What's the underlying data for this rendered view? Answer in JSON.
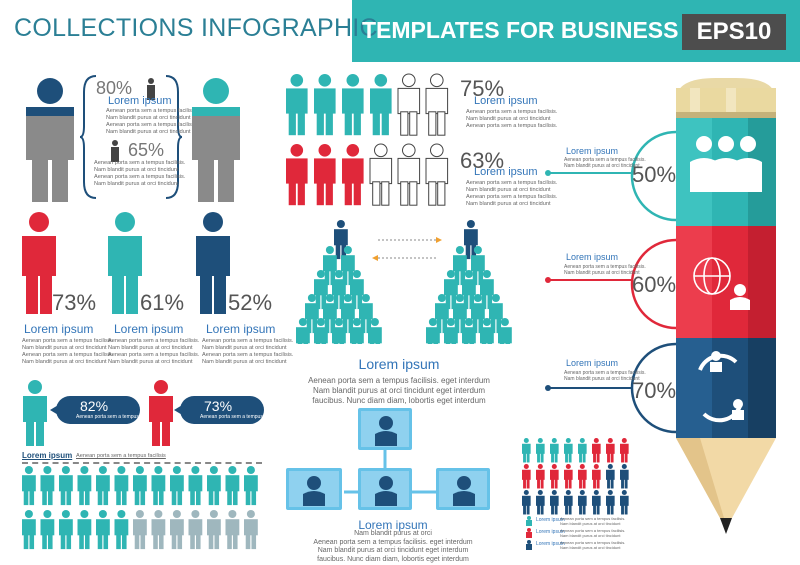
{
  "header": {
    "title_left": "COLLECTIONS INFOGRAPHIC",
    "title_right": "TEMPLATES FOR BUSINESS",
    "badge": "EPS10"
  },
  "colors": {
    "teal": "#2fb5b3",
    "gray": "#8a8a8a",
    "navy": "#1e4f7a",
    "red": "#e0283a",
    "blue_text": "#3375b8"
  },
  "icons": [
    "person-icon",
    "people-group-icon",
    "globe-icon",
    "businessman-icon",
    "cycle-arrows-icon",
    "pencil-icon"
  ],
  "gender_block": {
    "male_percent": "80%",
    "male_title": "Lorem ipsum",
    "male_lines": [
      "Aenean porta sem a tempus facilisis.",
      "Nam blandit purus at orci tincidunt",
      "Aenean porta sem a tempus facilisis.",
      "Nam blandit purus at orci tincidunt"
    ],
    "female_percent": "65%",
    "female_lines": [
      "Aenean porta sem a tempus facilisis.",
      "Nam blandit purus at orci tincidunt",
      "Aenean porta sem a tempus facilisis.",
      "Nam blandit purus at orci tincidunt"
    ]
  },
  "three_people": [
    {
      "percent": "73%",
      "title": "Lorem ipsum",
      "lines": [
        "Aenean porta sem a tempus facilisis.",
        "Nam blandit purus at orci tincidunt",
        "Aenean porta sem a tempus facilisis.",
        "Nam blandit purus at orci tincidunt"
      ]
    },
    {
      "percent": "61%",
      "title": "Lorem ipsum",
      "lines": [
        "Aenean porta sem a tempus facilisis.",
        "Nam blandit purus at orci tincidunt",
        "Aenean porta sem a tempus facilisis.",
        "Nam blandit purus at orci tincidunt"
      ]
    },
    {
      "percent": "52%",
      "title": "Lorem ipsum",
      "lines": [
        "Aenean porta sem a tempus facilisis.",
        "Nam blandit purus at orci tincidunt",
        "Aenean porta sem a tempus facilisis.",
        "Nam blandit purus at orci tincidunt"
      ]
    }
  ],
  "bubbles": [
    {
      "percent": "82%",
      "text": "Aenean porta sem a tempus facilisis. Nam blandit purus at orci tincidunt"
    },
    {
      "percent": "73%",
      "text": "Aenean porta sem a tempus facilisis. Nam blandit purus at orci tincidunt"
    }
  ],
  "rows_chart": {
    "title": "Lorem ipsum",
    "subtitle": "Aenean porta sem a tempus facilisis"
  },
  "people_rows": [
    {
      "percent": "75%",
      "title": "Lorem ipsum",
      "lines": [
        "Aenean porta sem a tempus facilisis.",
        "Nam blandit purus at orci tincidunt",
        "Aenean porta sem a tempus facilisis."
      ]
    },
    {
      "percent": "63%",
      "title": "Lorem ipsum",
      "lines": [
        "Aenean porta sem a tempus facilisis.",
        "Nam blandit purus at orci tincidunt",
        "Aenean porta sem a tempus facilisis.",
        "Nam blandit purus at orci tincidunt"
      ]
    }
  ],
  "pyramid_text": {
    "title": "Lorem ipsum",
    "lines": [
      "Aenean porta sem a tempus facilisis. eget interdum",
      "Nam blandit purus at orci tincidunt eget interdum",
      "faucibus. Nunc diam diam, lobortis eget interdum"
    ]
  },
  "org_text": {
    "title": "Lorem ipsum",
    "lines": [
      "Nam blandit purus at orci",
      "Aenean porta sem a tempus facilisis. eget interdum",
      "Nam blandit purus at orci tincidunt eget interdum",
      "faucibus. Nunc diam diam, lobortis eget interdum"
    ]
  },
  "mini_legend": [
    {
      "label": "Lorem ipsum",
      "text": "Aenean porta sem a tempus facilisis. Nam blandit purus at orci tincidunt"
    },
    {
      "label": "Lorem ipsum",
      "text": "Aenean porta sem a tempus facilisis. Nam blandit purus at orci tincidunt"
    },
    {
      "label": "Lorem ipsum",
      "text": "Aenean porta sem a tempus facilisis. Nam blandit purus at orci tincidunt"
    }
  ],
  "pencil": [
    {
      "percent": "50%",
      "title": "Lorem ipsum",
      "lines": [
        "Aenean porta sem a tempus facilisis.",
        "Nam blandit purus at orci tincidunt"
      ]
    },
    {
      "percent": "60%",
      "title": "Lorem ipsum",
      "lines": [
        "Aenean porta sem a tempus facilisis.",
        "Nam blandit purus at orci tincidunt"
      ]
    },
    {
      "percent": "70%",
      "title": "Lorem ipsum",
      "lines": [
        "Aenean porta sem a tempus facilisis.",
        "Nam blandit purus at orci tincidunt"
      ]
    }
  ]
}
